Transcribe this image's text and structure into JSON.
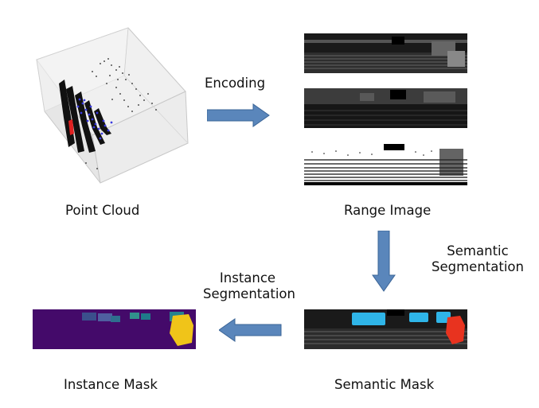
{
  "labels": {
    "encoding": "Encoding",
    "point_cloud": "Point Cloud",
    "range_image": "Range Image",
    "semantic_segmentation_line1": "Semantic",
    "semantic_segmentation_line2": "Segmentation",
    "instance_segmentation_line1": "Instance",
    "instance_segmentation_line2": "Segmentation",
    "instance_mask": "Instance Mask",
    "semantic_mask": "Semantic Mask"
  },
  "colors": {
    "arrow_fill": "#5a86bb",
    "arrow_stroke": "#3b6597",
    "semantic_car": "#2fb5e8",
    "semantic_cyclist": "#e8331f",
    "instance_background": "#440a6a",
    "instance_cyclist": "#f0c419",
    "point_cloud_blue": "#3a3ae0",
    "point_cloud_red": "#e02020"
  }
}
